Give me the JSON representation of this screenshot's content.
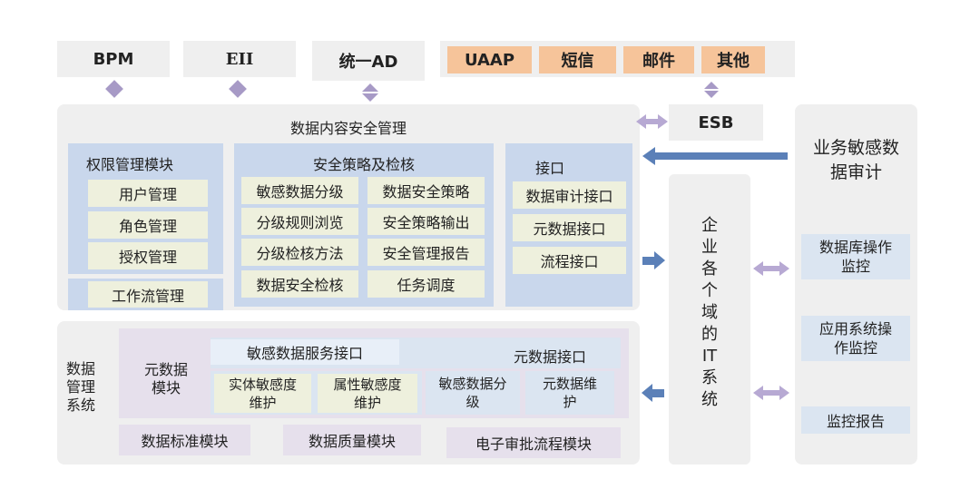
{
  "colors": {
    "diamond": "#a79ac6",
    "arrow_blue": "#5b80b8",
    "arrow_purple": "#b7a9d3",
    "orange": "#f6c49a"
  },
  "top": {
    "bpm": "BPM",
    "eii": "EII",
    "ad": "统一AD",
    "uaap": "UAAP",
    "sms": "短信",
    "mail": "邮件",
    "other": "其他",
    "esb": "ESB"
  },
  "security": {
    "title": "数据内容安全管理",
    "perm": {
      "title": "权限管理模块",
      "items": [
        "用户管理",
        "角色管理",
        "授权管理"
      ],
      "workflow": "工作流管理"
    },
    "policy": {
      "title": "安全策略及检核",
      "items": [
        "敏感数据分级",
        "数据安全策略",
        "分级规则浏览",
        "安全策略输出",
        "分级检核方法",
        "安全管理报告",
        "数据安全检核",
        "任务调度"
      ]
    },
    "iface": {
      "title": "接口",
      "items": [
        "数据审计接口",
        "元数据接口",
        "流程接口"
      ]
    }
  },
  "mgmt": {
    "title_lines": [
      "数据",
      "管理",
      "系统"
    ],
    "meta_module": [
      "元数据",
      "模块"
    ],
    "sens_iface": "敏感数据服务接口",
    "meta_iface": "元数据接口",
    "cells": [
      [
        "实体敏感度",
        "维护"
      ],
      [
        "属性敏感度",
        "维护"
      ],
      [
        "敏感数据分",
        "级"
      ],
      [
        "元数据维",
        "护"
      ]
    ],
    "bottom": [
      "数据标准模块",
      "数据质量模块",
      "电子审批流程模块"
    ]
  },
  "it": {
    "chars": [
      "企",
      "业",
      "各",
      "个",
      "域",
      "的",
      "IT",
      "系",
      "统"
    ]
  },
  "audit": {
    "title_lines": [
      "业务敏感数",
      "据审计"
    ],
    "db": [
      "数据库操作",
      "监控"
    ],
    "app": [
      "应用系统操",
      "作监控"
    ],
    "report": "监控报告"
  }
}
